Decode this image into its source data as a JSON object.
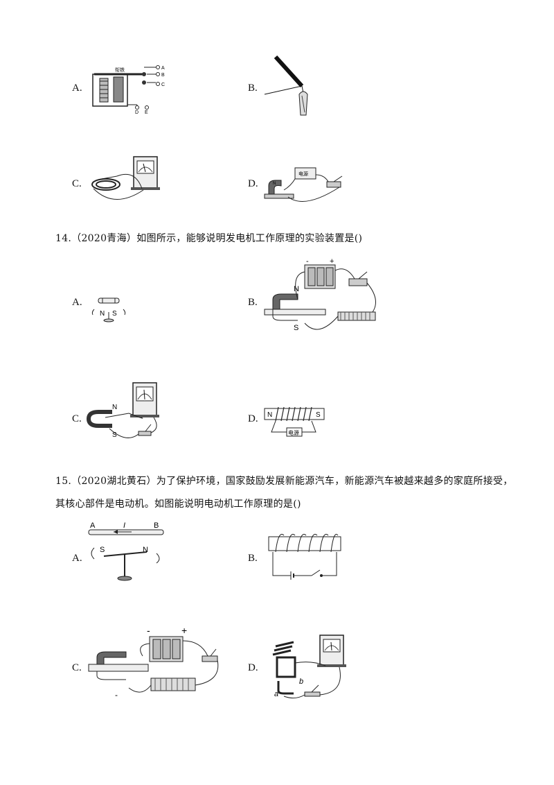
{
  "q13": {
    "options": {
      "a": "A.",
      "b": "B.",
      "c": "C.",
      "d": "D."
    },
    "fig_a_labels": {
      "iron": "衔铁",
      "a": "A",
      "b": "B",
      "c": "C",
      "d": "D",
      "e": "E"
    },
    "fig_d_labels": {
      "n": "N",
      "power": "电源"
    }
  },
  "q14": {
    "stem": "14.（2020青海）如图所示，能够说明发电机工作原理的实验装置是()",
    "options": {
      "a": "A.",
      "b": "B.",
      "c": "C.",
      "d": "D."
    },
    "fig_a_labels": {
      "n": "N",
      "s": "S"
    },
    "fig_b_labels": {
      "n": "N",
      "s": "S",
      "minus": "-",
      "plus": "+"
    },
    "fig_c_labels": {
      "n": "N",
      "s": "S"
    },
    "fig_d_labels": {
      "n": "N",
      "s": "S",
      "power": "电源"
    }
  },
  "q15": {
    "stem_line1": "15.（2020湖北黄石）为了保护环境，国家鼓励发展新能源汽车，新能源汽车被越来越多的家庭所接受，",
    "stem_line2": "其核心部件是电动机。如图能说明电动机工作原理的是()",
    "options": {
      "a": "A.",
      "b": "B.",
      "c": "C.",
      "d": "D."
    },
    "fig_a_labels": {
      "a": "A",
      "i": "I",
      "b": "B",
      "s": "S",
      "n": "N"
    },
    "fig_c_labels": {
      "minus": "-",
      "plus": "+",
      "minus2": "-"
    },
    "fig_d_labels": {
      "a": "a",
      "b": "b"
    }
  }
}
